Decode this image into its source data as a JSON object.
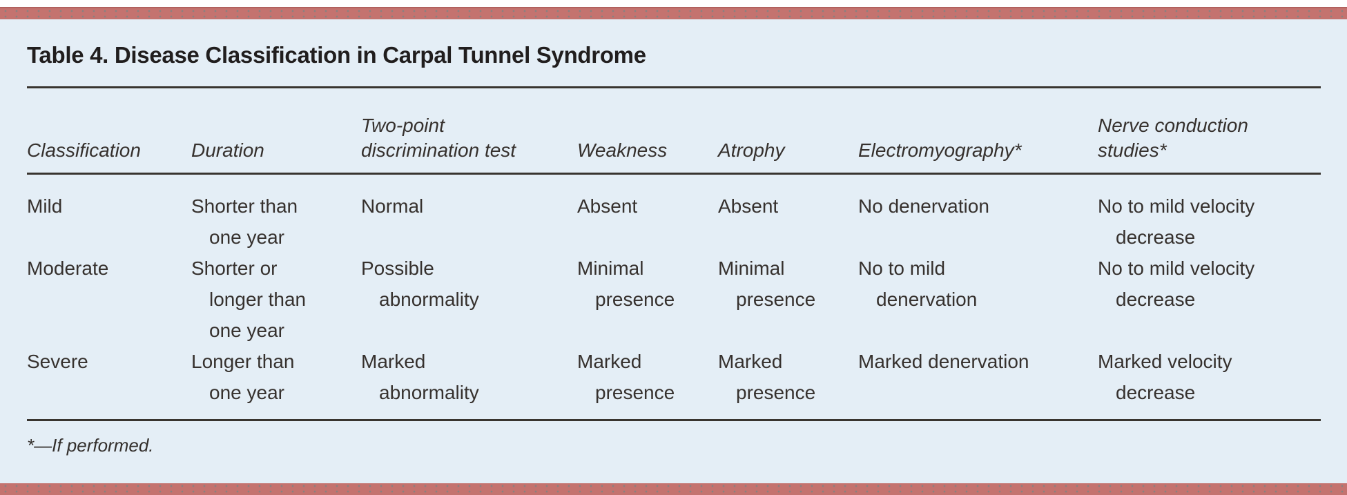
{
  "page": {
    "title": "Table 4. Disease Classification in Carpal Tunnel Syndrome",
    "footnote": "*—If performed.",
    "accent_color": "#c4736f",
    "panel_color": "#e4eef6",
    "text_color": "#36312e"
  },
  "table": {
    "columns": [
      "Classification",
      "Duration",
      "Two-point\ndiscrimination test",
      "Weakness",
      "Atrophy",
      "Electromyography*",
      "Nerve conduction\nstudies*"
    ],
    "rows": [
      [
        "Mild",
        "Shorter than\none year",
        "Normal",
        "Absent",
        "Absent",
        "No denervation",
        "No to mild velocity\ndecrease"
      ],
      [
        "Moderate",
        "Shorter or\nlonger than\none year",
        "Possible\nabnormality",
        "Minimal\npresence",
        "Minimal\npresence",
        "No to mild\ndenervation",
        "No to mild velocity\ndecrease"
      ],
      [
        "Severe",
        "Longer than\none year",
        "Marked\nabnormality",
        "Marked\npresence",
        "Marked\npresence",
        "Marked denervation",
        "Marked velocity\ndecrease"
      ]
    ]
  }
}
